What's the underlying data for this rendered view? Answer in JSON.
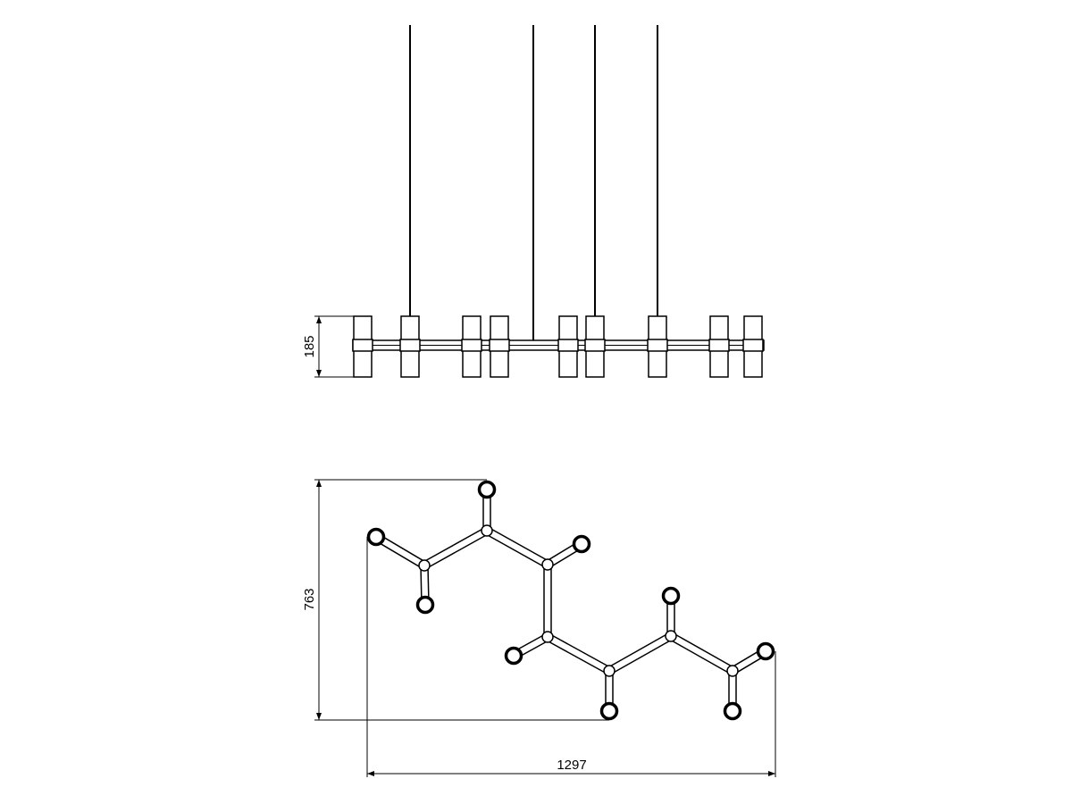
{
  "dimensions": {
    "height": "185",
    "depth": "763",
    "width": "1297"
  },
  "colors": {
    "line": "#000000",
    "background": "#ffffff"
  }
}
